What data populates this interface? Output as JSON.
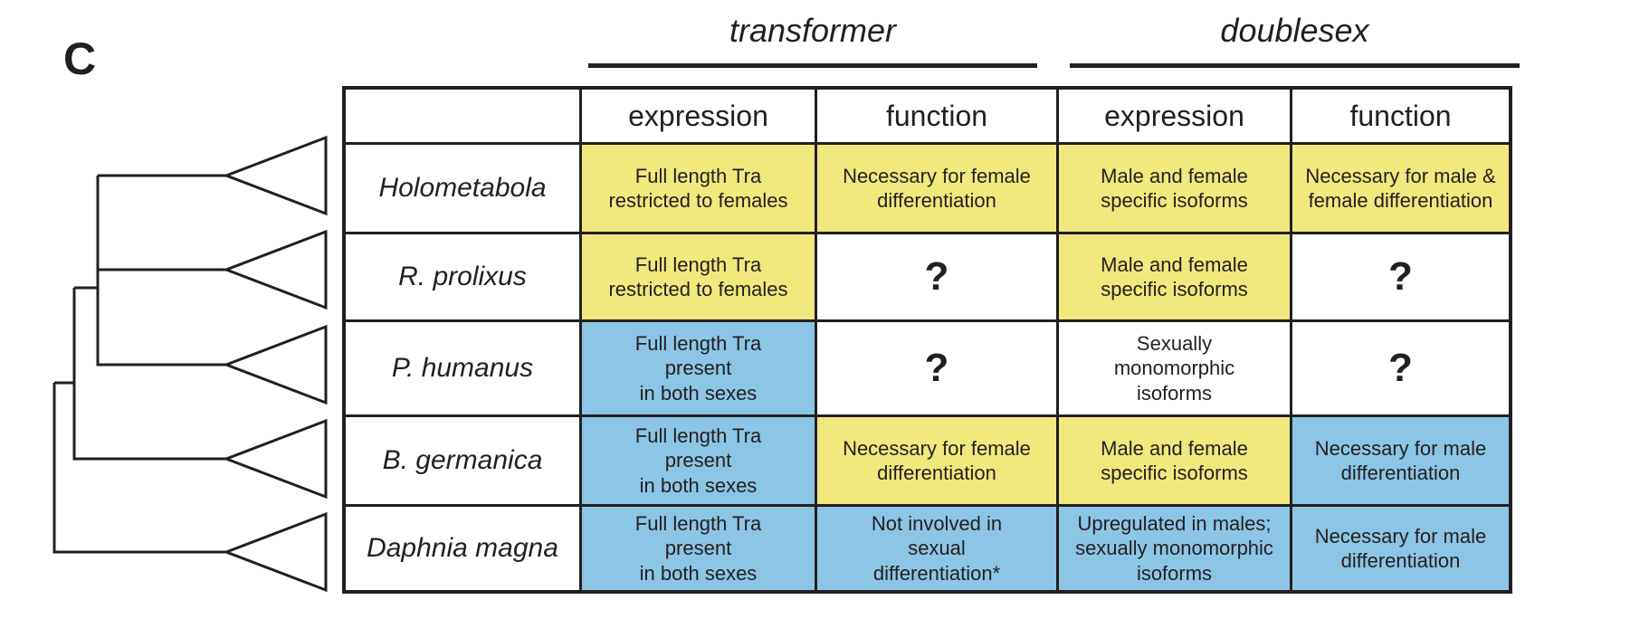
{
  "panel_label": "C",
  "colors": {
    "yellow": "#F1E87E",
    "blue": "#8CC5E6",
    "white": "#FFFFFF",
    "line": "#231F20"
  },
  "gene_headers": [
    {
      "label": "transformer"
    },
    {
      "label": "doublesex"
    }
  ],
  "column_headers": [
    "expression",
    "function",
    "expression",
    "function"
  ],
  "tree": {
    "type": "cladogram",
    "collapsed_clades": 5
  },
  "rows": [
    {
      "species": "Holometabola",
      "cells": [
        {
          "text": "Full length Tra\nrestricted to females",
          "bg": "yellow"
        },
        {
          "text": "Necessary for female\ndifferentiation",
          "bg": "yellow"
        },
        {
          "text": "Male and female\nspecific isoforms",
          "bg": "yellow"
        },
        {
          "text": "Necessary for male &\nfemale differentiation",
          "bg": "yellow"
        }
      ]
    },
    {
      "species": "R. prolixus",
      "cells": [
        {
          "text": "Full length Tra\nrestricted to females",
          "bg": "yellow"
        },
        {
          "text": "?",
          "bg": "white"
        },
        {
          "text": "Male and female\nspecific isoforms",
          "bg": "yellow"
        },
        {
          "text": "?",
          "bg": "white"
        }
      ]
    },
    {
      "species": "P. humanus",
      "cells": [
        {
          "text": "Full length Tra\npresent\nin both sexes",
          "bg": "blue"
        },
        {
          "text": "?",
          "bg": "white"
        },
        {
          "text": "Sexually\nmonomorphic\nisoforms",
          "bg": "white"
        },
        {
          "text": "?",
          "bg": "white"
        }
      ]
    },
    {
      "species": "B. germanica",
      "cells": [
        {
          "text": "Full length Tra\npresent\nin both sexes",
          "bg": "blue"
        },
        {
          "text": "Necessary for female\ndifferentiation",
          "bg": "yellow"
        },
        {
          "text": "Male and female\nspecific isoforms",
          "bg": "yellow"
        },
        {
          "text": "Necessary for male\ndifferentiation",
          "bg": "blue"
        }
      ]
    },
    {
      "species": "Daphnia magna",
      "cells": [
        {
          "text": "Full length Tra\npresent\nin both sexes",
          "bg": "blue"
        },
        {
          "text": "Not involved in\nsexual\ndifferentiation*",
          "bg": "blue"
        },
        {
          "text": "Upregulated in males;\nsexually monomorphic\nisoforms",
          "bg": "blue"
        },
        {
          "text": "Necessary for male\ndifferentiation",
          "bg": "blue"
        }
      ]
    }
  ]
}
